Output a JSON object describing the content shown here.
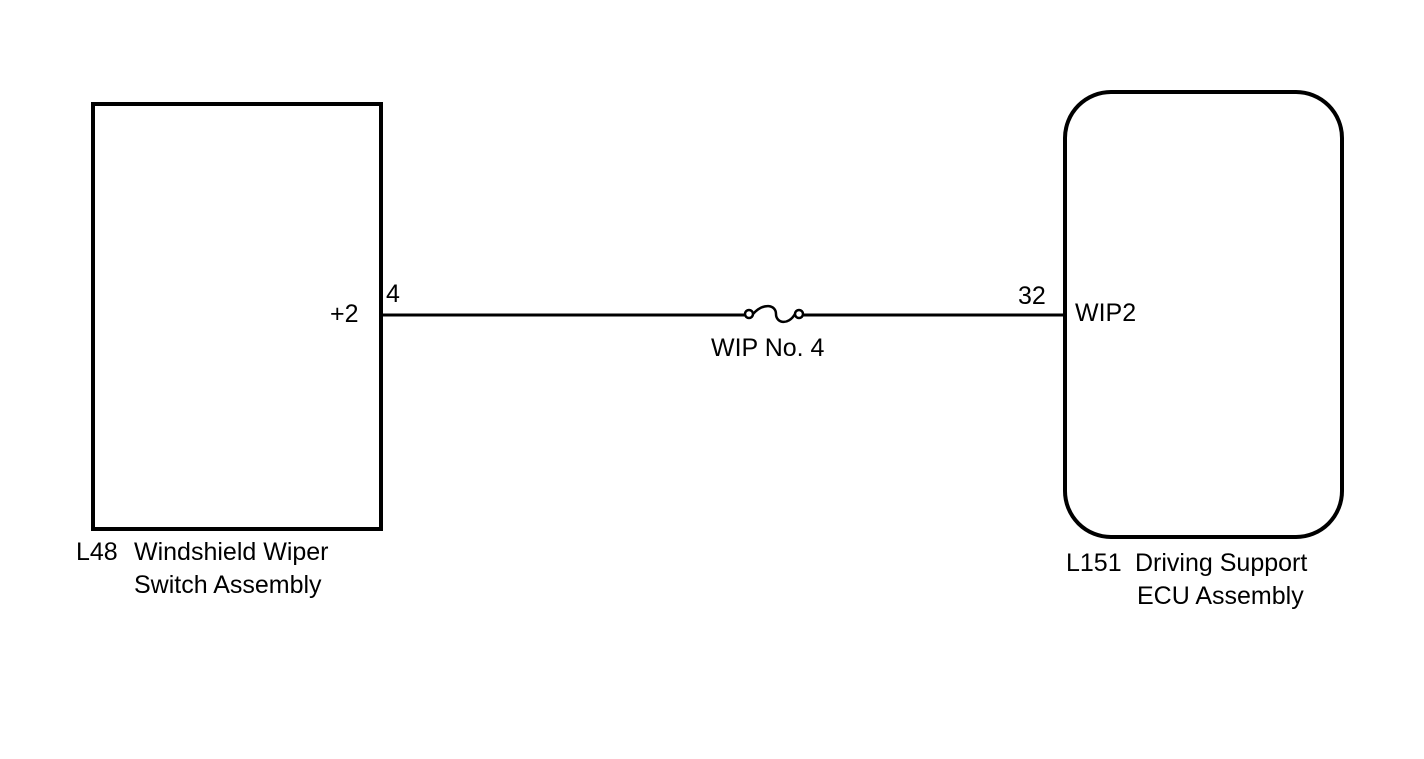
{
  "colors": {
    "stroke": "#000000",
    "background": "#ffffff"
  },
  "left_component": {
    "id": "L48",
    "name_line1": "Windshield Wiper",
    "name_line2": "Switch Assembly",
    "terminal_name": "+2",
    "pin_number": "4"
  },
  "right_component": {
    "id": "L151",
    "name_line1": "Driving Support",
    "name_line2": "ECU Assembly",
    "terminal_name": "WIP2",
    "pin_number": "32"
  },
  "fuse": {
    "label": "WIP No. 4"
  }
}
